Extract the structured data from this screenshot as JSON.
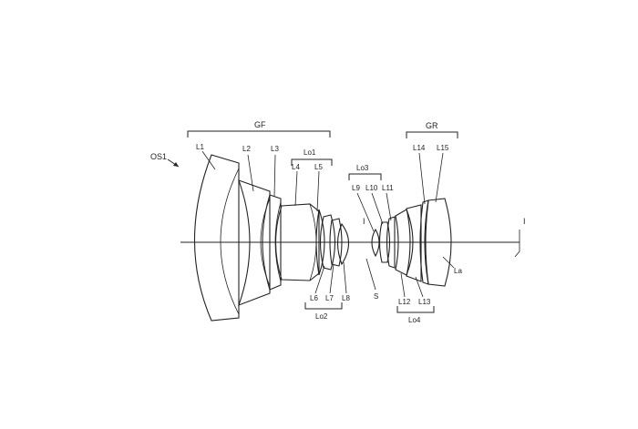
{
  "diagram": {
    "system_label": "OS1",
    "groups": {
      "front": "GF",
      "rear": "GR",
      "sub1": "Lo1",
      "sub2": "Lo2",
      "sub3": "Lo3",
      "sub4": "Lo4"
    },
    "lenses": {
      "L1": "L1",
      "L2": "L2",
      "L3": "L3",
      "L4": "L4",
      "L5": "L5",
      "L6": "L6",
      "L7": "L7",
      "L8": "L8",
      "L9": "L9",
      "L10": "L10",
      "L11": "L11",
      "L12": "L12",
      "L13": "L13",
      "L14": "L14",
      "L15": "L15"
    },
    "stop_label": "S",
    "aperture_mark": "I",
    "image_plane_label": "I",
    "extra_label": "La"
  }
}
